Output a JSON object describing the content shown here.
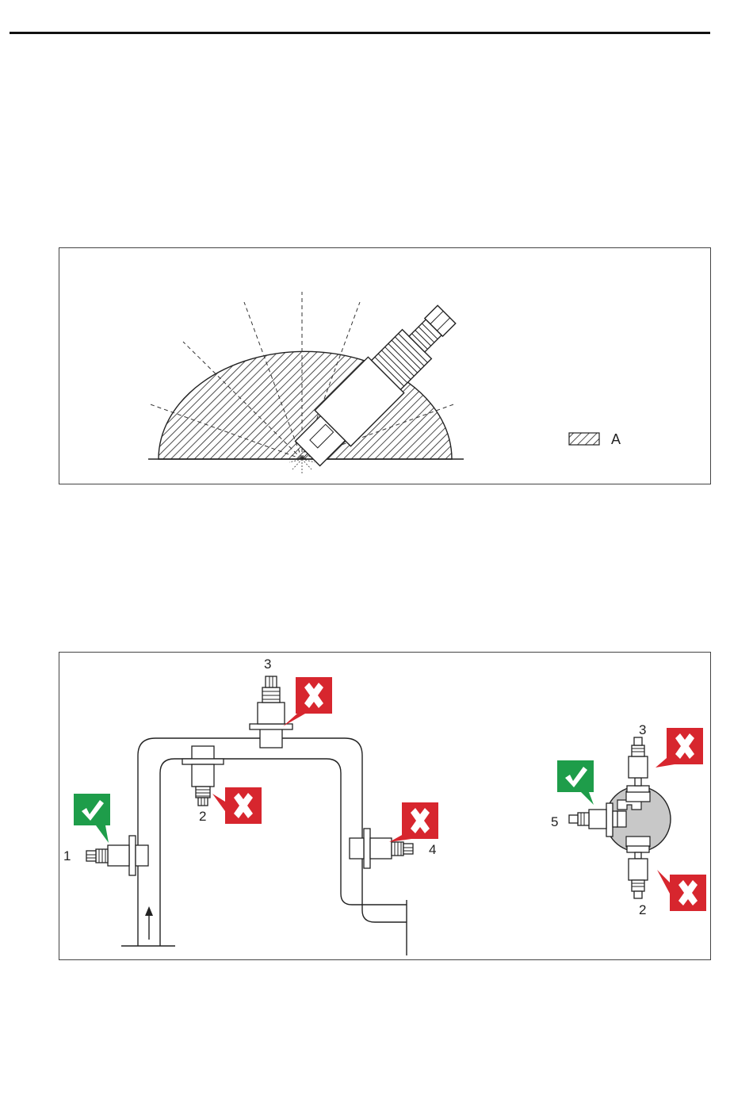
{
  "figure1": {
    "legend_label": "A"
  },
  "figure2": {
    "callouts": {
      "p1": "1",
      "p2": "2",
      "p3": "3",
      "p4": "4",
      "side3": "3",
      "side2": "2",
      "side5": "5"
    }
  },
  "colors": {
    "ok": "#1e9d4a",
    "bad": "#d7262e",
    "line": "#222222"
  }
}
